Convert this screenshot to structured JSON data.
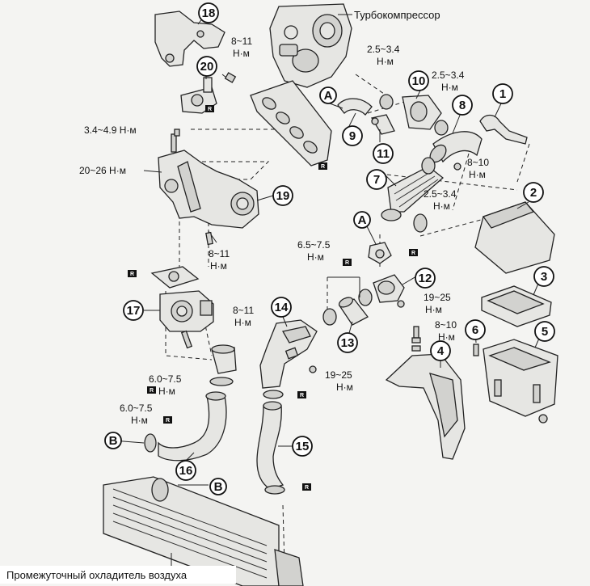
{
  "labels": {
    "turbo": "Турбокомпрессор",
    "intercooler": "Промежуточный охладитель воздуха"
  },
  "torques": {
    "t_8_11": "8~11",
    "t_2_5_3_4": "2.5~3.4",
    "t_3_4_4_9": "3.4~4.9 Н·м",
    "t_20_26": "20~26 Н·м",
    "t_6_5_7_5": "6.5~7.5",
    "t_19_25": "19~25",
    "t_8_10": "8~10",
    "t_6_0_7_5": "6.0~7.5",
    "unit": "Н·м"
  },
  "callouts": {
    "n1": "1",
    "n2": "2",
    "n3": "3",
    "n4": "4",
    "n5": "5",
    "n6": "6",
    "n7": "7",
    "n8": "8",
    "n9": "9",
    "n10": "10",
    "n11": "11",
    "n12": "12",
    "n13": "13",
    "n14": "14",
    "n15": "15",
    "n16": "16",
    "n17": "17",
    "n18": "18",
    "n19": "19",
    "n20": "20",
    "A": "A",
    "B": "B"
  },
  "marks": {
    "replace": "R"
  }
}
